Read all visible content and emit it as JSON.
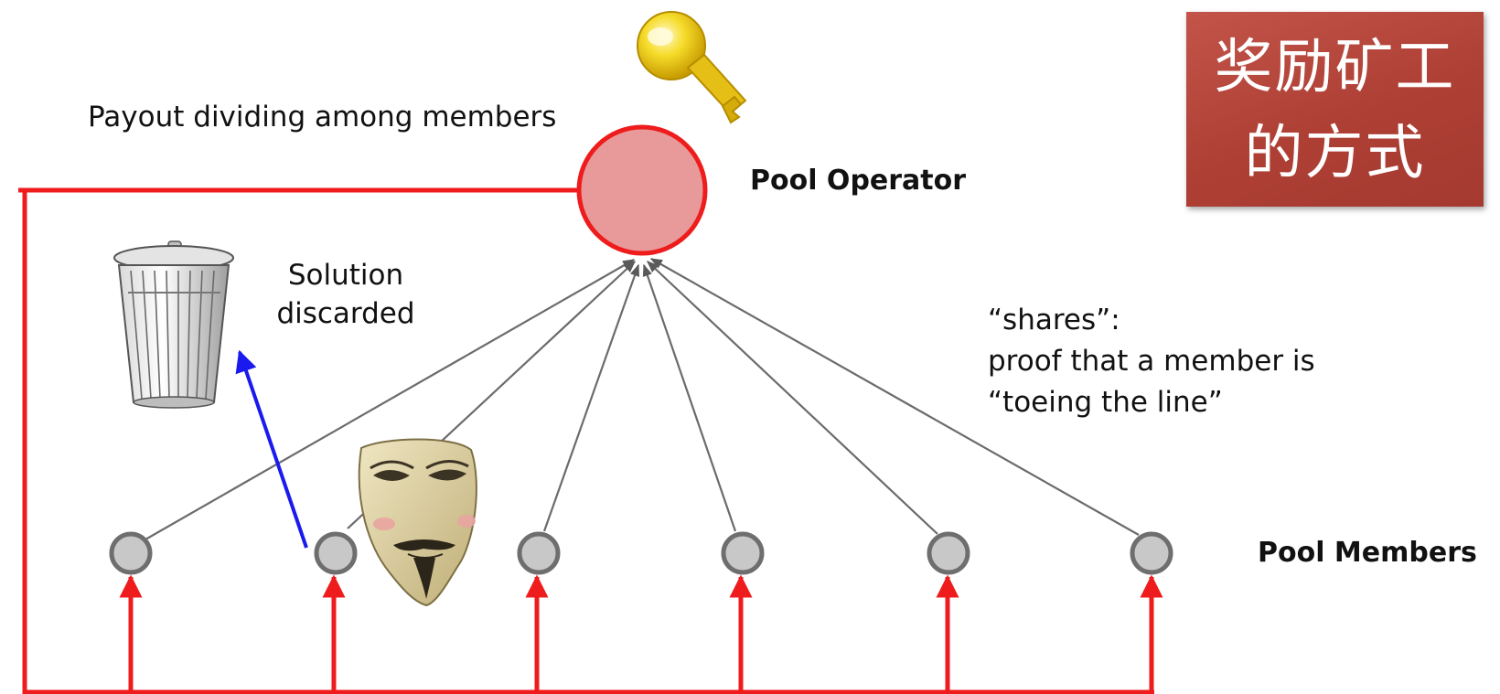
{
  "labels": {
    "payout": "Payout dividing among members",
    "operator": "Pool Operator",
    "solution": "Solution\ndiscarded",
    "shares": "“shares”:\nproof that a member is\n“toeing the line”",
    "members": "Pool Members"
  },
  "title": {
    "line1": "奖励矿工",
    "line2": "的方式"
  },
  "colors": {
    "payout_line": "#ee1c1c",
    "operator_fill": "#e89a9a",
    "share_line": "#6b6b6b",
    "discard_arrow": "#1a1aee",
    "member_fill": "#c8c8c8",
    "title_box": "#b5463b"
  },
  "icons": [
    "key-icon",
    "trash-can-icon",
    "anonymous-mask-icon"
  ]
}
